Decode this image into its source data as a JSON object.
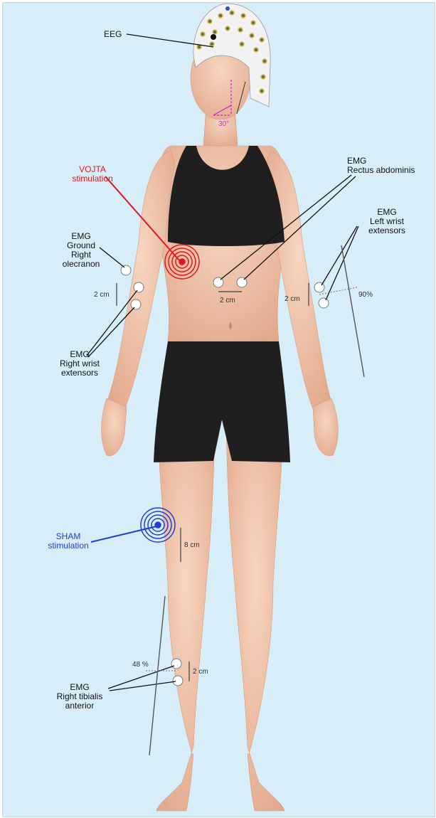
{
  "colors": {
    "background": "#d7eef8",
    "skin": "#f1c7ad",
    "clothing": "#1f1f1f",
    "vojta": "#e0161d",
    "sham": "#1f3fd6",
    "angle": "#d21fd2",
    "cap": "#f2f2f2",
    "electrode": "#ffffff"
  },
  "labels": {
    "eeg": "EEG",
    "vojta": "VOJTA\nstimulation",
    "sham": "SHAM\nstimulation",
    "emg_rectus": "EMG\nRectus abdominis",
    "emg_left_wrist": "EMG\nLeft wrist\nextensors",
    "emg_ground": "EMG\nGround\nRight\nolecranon",
    "emg_right_wrist": "EMG\nRight wrist\nextensors",
    "emg_tibialis": "EMG\nRight tibialis\nanterior"
  },
  "measures": {
    "head_angle": "30°",
    "abdomen_gap": "2 cm",
    "right_arm_gap": "2 cm",
    "left_arm_gap": "2 cm",
    "left_arm_percent": "90%",
    "thigh_gap": "8 cm",
    "shin_gap": "2 cm",
    "shin_percent": "48 %"
  }
}
